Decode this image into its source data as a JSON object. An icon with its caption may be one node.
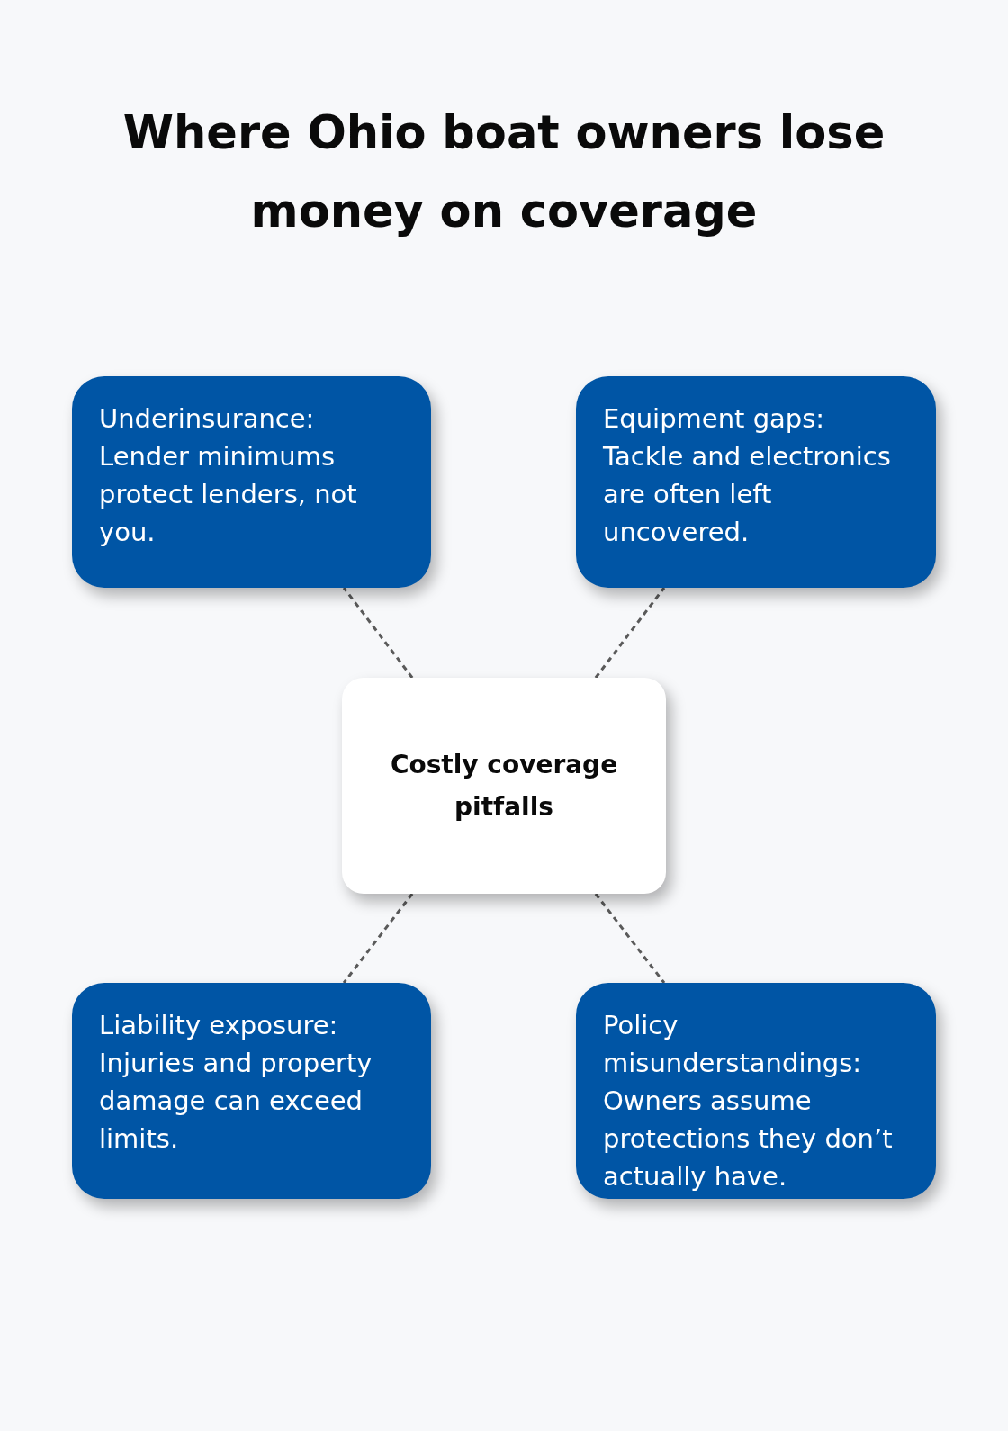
{
  "diagram": {
    "title": "Where Ohio boat owners lose money on coverage",
    "nodes": [
      {
        "text": [
          "Underinsurance: Lender minimums protect lenders, not you."
        ]
      },
      {
        "text": [
          "Equipment gaps: Tackle and electronics are often left uncovered."
        ]
      },
      {
        "text": [
          "Costly coverage pitfalls"
        ]
      },
      {
        "text": [
          "Liability exposure: Injuries and property damage can exceed limits."
        ]
      },
      {
        "text": [
          "Policy misunderstandings: Owners assume protections they don’t actually have."
        ]
      }
    ],
    "edges": [
      {
        "from": 2,
        "to": 0,
        "arrow": "none",
        "style": "dashed"
      },
      {
        "from": 2,
        "to": 1,
        "arrow": "none",
        "style": "dashed"
      },
      {
        "from": 2,
        "to": 3,
        "arrow": "none",
        "style": "dashed"
      },
      {
        "from": 2,
        "to": 4,
        "arrow": "none",
        "style": "dashed"
      }
    ]
  }
}
